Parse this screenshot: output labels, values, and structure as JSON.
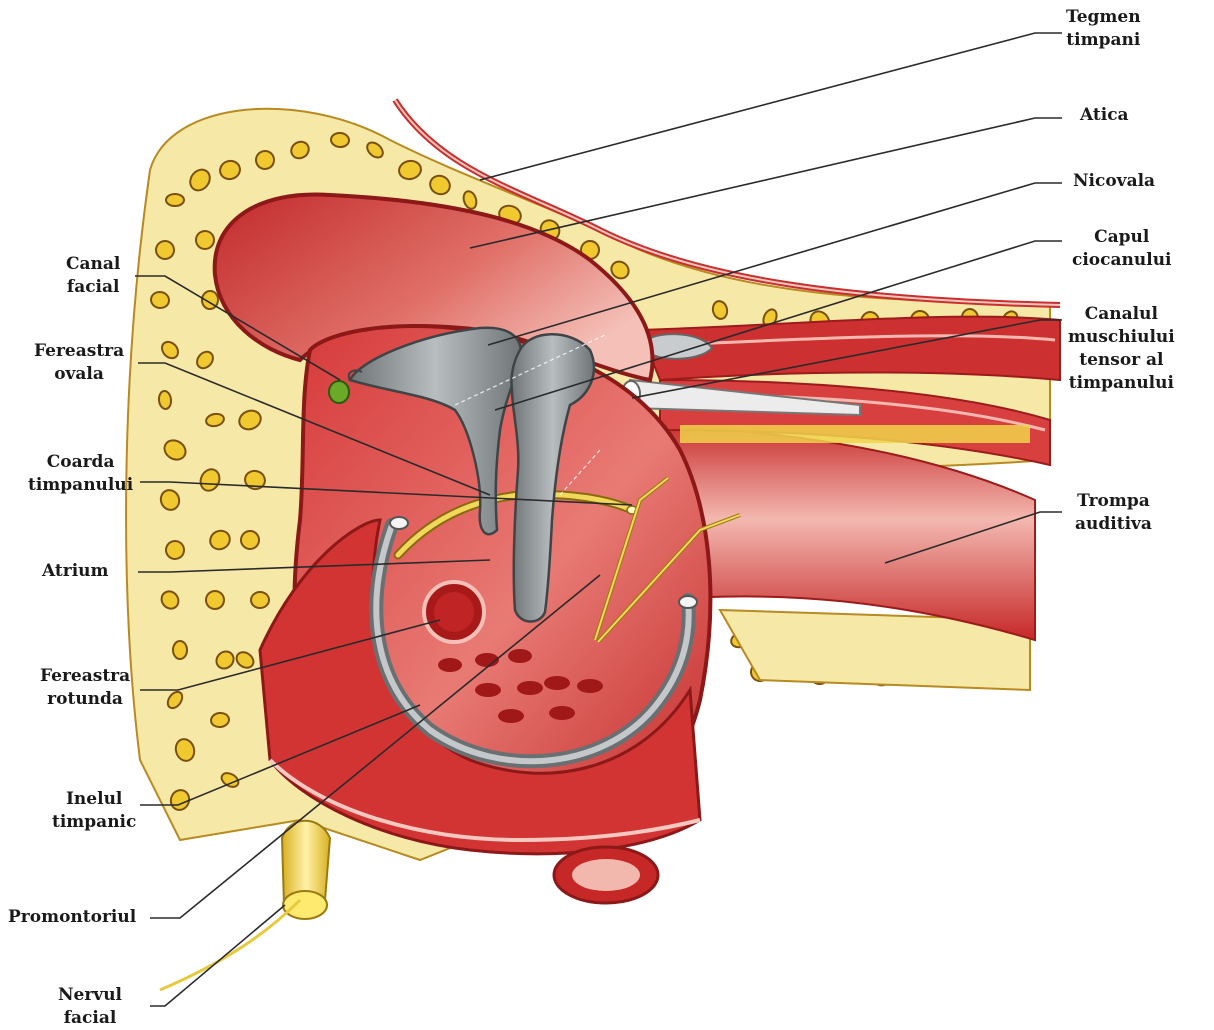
{
  "labels": {
    "tegmen": [
      "Tegmen",
      "timpani"
    ],
    "atica": [
      "Atica"
    ],
    "nicovala": [
      "Nicovala"
    ],
    "capul": [
      "Capul",
      "ciocanului"
    ],
    "canalul": [
      "Canalul",
      "muschiului",
      "tensor al",
      "timpanului"
    ],
    "trompa": [
      "Trompa",
      "auditiva"
    ],
    "canal_facial": [
      "Canal",
      "facial"
    ],
    "fereastra_ovala": [
      "Fereastra",
      "ovala"
    ],
    "coarda": [
      "Coarda",
      "timpanului"
    ],
    "atrium": [
      "Atrium"
    ],
    "fereastra_rotunda": [
      "Fereastra",
      "rotunda"
    ],
    "inelul": [
      "Inelul",
      "timpanic"
    ],
    "promontoriul": [
      "Promontoriul"
    ],
    "nervul": [
      "Nervul",
      "facial"
    ]
  },
  "colors": {
    "muscle": "#c8282a",
    "muscle_light": "#e8847a",
    "bone": "#f0d34a",
    "bone_dark": "#8a5a10",
    "ossicle": "#8e9496",
    "nerve": "#e8c93c",
    "leader": "#2a2a2a"
  }
}
